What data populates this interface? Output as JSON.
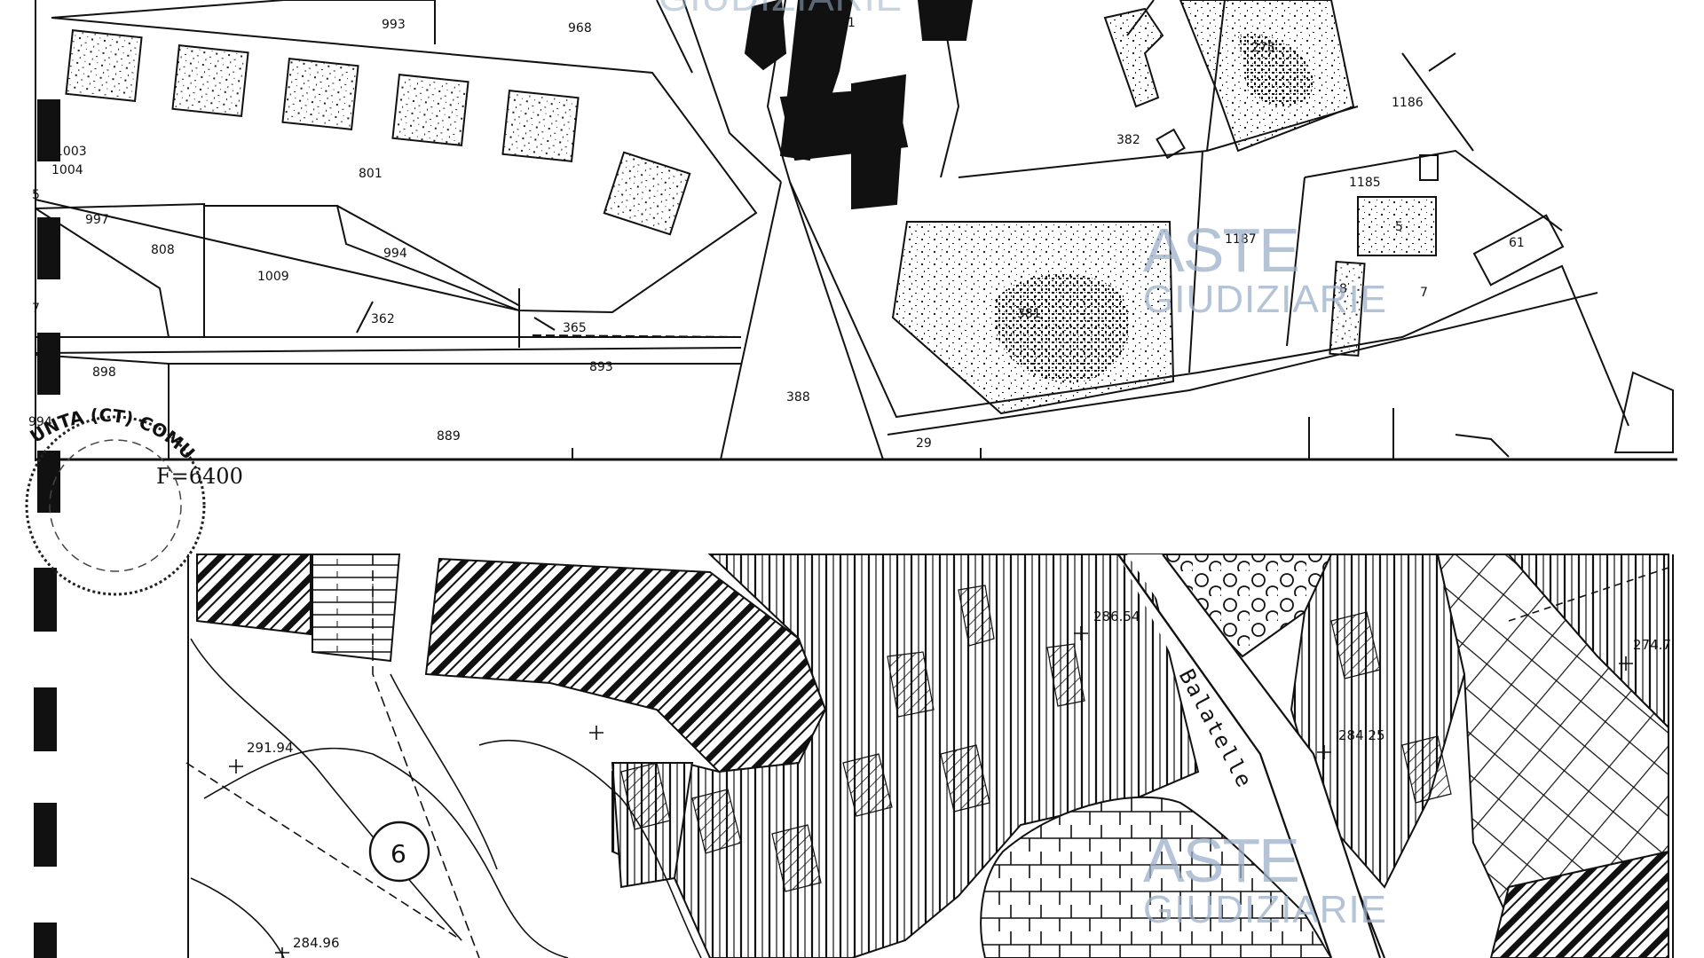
{
  "map": {
    "sheet_label": "F=6400",
    "street_name": "Balatelle",
    "site_marker": "6",
    "stamp_text": "UNTA (CT) COMU",
    "watermark": {
      "line1": "ASTE",
      "line2": "GIUDIZIARIE",
      "color": "#9bb0c8"
    },
    "top_parcels": {
      "p993": "993",
      "p968": "968",
      "p51": "51",
      "p275": "275",
      "p1186": "1186",
      "p382": "382",
      "p1003": "1003",
      "p1004": "1004",
      "p801": "801",
      "p1185": "1185",
      "p997": "997",
      "p808": "808",
      "p1009": "1009",
      "p994": "994",
      "p1187": "1187",
      "p5": "5",
      "p8": "8",
      "p7": "7",
      "p61": "61",
      "p362": "362",
      "p365": "365",
      "p381": "381",
      "p893": "893",
      "p388": "388",
      "p898": "898",
      "p889": "889",
      "p29": "29",
      "edge5": "5",
      "edge7": "7",
      "edge994": "994"
    },
    "elevations": {
      "e1": "286.54",
      "e2": "291.94",
      "e3": "284.96",
      "e4": "284.25",
      "e5": "274.7"
    }
  }
}
